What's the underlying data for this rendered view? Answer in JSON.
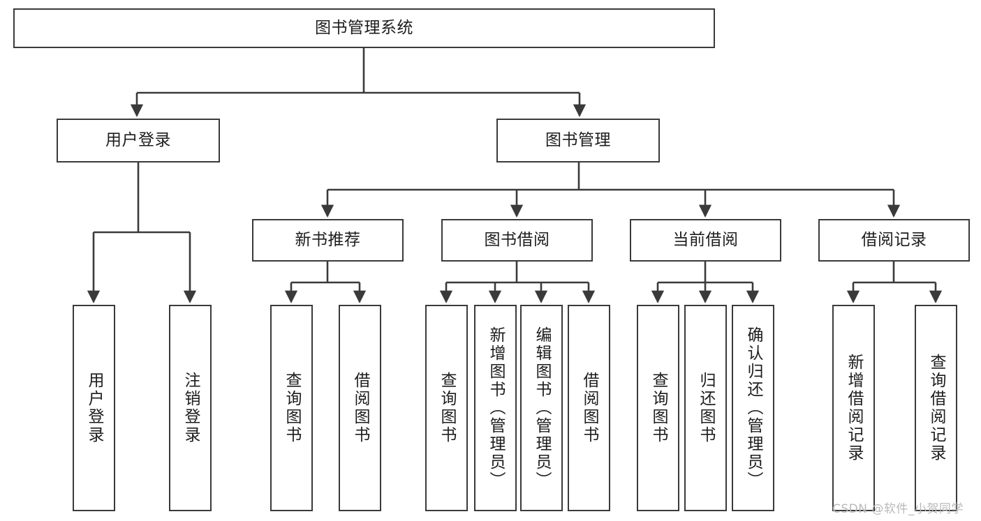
{
  "diagram": {
    "title": "图书管理系统",
    "type": "tree-hierarchy",
    "orientation": "top-down",
    "stroke_color": "#3a3a3a",
    "text_color": "#1d1d1d",
    "background": "#ffffff",
    "root": {
      "label": "图书管理系统"
    },
    "level2": [
      {
        "label": "用户登录"
      },
      {
        "label": "图书管理"
      }
    ],
    "level3": [
      {
        "label": "新书推荐"
      },
      {
        "label": "图书借阅"
      },
      {
        "label": "当前借阅"
      },
      {
        "label": "借阅记录"
      }
    ],
    "leaves": {
      "user_login": [
        {
          "label": "用户登录"
        },
        {
          "label": "注销登录"
        }
      ],
      "new_book_recommend": [
        {
          "label": "查询图书"
        },
        {
          "label": "借阅图书"
        }
      ],
      "book_borrow": [
        {
          "label": "查询图书"
        },
        {
          "label": "新增图书（管理员）"
        },
        {
          "label": "编辑图书（管理员）"
        },
        {
          "label": "借阅图书"
        }
      ],
      "current_borrow": [
        {
          "label": "查询图书"
        },
        {
          "label": "归还图书"
        },
        {
          "label": "确认归还（管理员）"
        }
      ],
      "borrow_record": [
        {
          "label": "新增借阅记录"
        },
        {
          "label": "查询借阅记录"
        }
      ]
    }
  },
  "watermark": {
    "text": "CSDN @软件_小贺同学",
    "color": "#b9b9b9"
  }
}
